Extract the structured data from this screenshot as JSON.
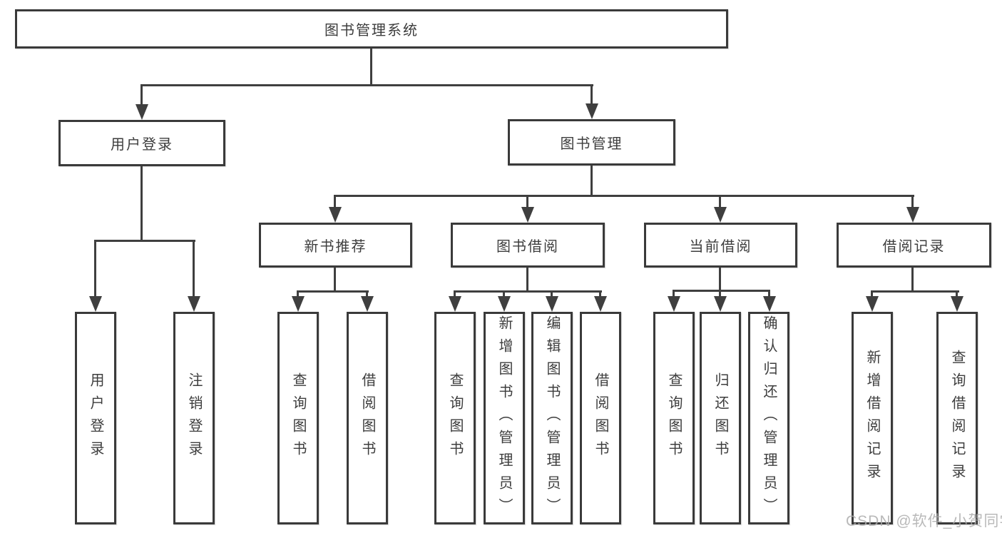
{
  "diagram": {
    "title": "图书管理系统",
    "nodes": {
      "root": {
        "label": "图书管理系统"
      },
      "user_login": {
        "label": "用户登录"
      },
      "book_mgmt": {
        "label": "图书管理"
      },
      "new_books": {
        "label": "新书推荐"
      },
      "book_borrow": {
        "label": "图书借阅"
      },
      "current_borrow": {
        "label": "当前借阅"
      },
      "borrow_records": {
        "label": "借阅记录"
      },
      "leaf_user_login": {
        "label": "用户登录"
      },
      "leaf_logout": {
        "label": "注销登录"
      },
      "leaf_nb_query": {
        "label": "查询图书"
      },
      "leaf_nb_borrow": {
        "label": "借阅图书"
      },
      "leaf_bb_query": {
        "label": "查询图书"
      },
      "leaf_bb_add": {
        "label": "新增图书（管理员）"
      },
      "leaf_bb_edit": {
        "label": "编辑图书（管理员）"
      },
      "leaf_bb_borrow": {
        "label": "借阅图书"
      },
      "leaf_cb_query": {
        "label": "查询图书"
      },
      "leaf_cb_return": {
        "label": "归还图书"
      },
      "leaf_cb_confirm": {
        "label": "确认归还（管理员）"
      },
      "leaf_br_add": {
        "label": "新增借阅记录"
      },
      "leaf_br_query": {
        "label": "查询借阅记录"
      }
    },
    "hierarchy": {
      "图书管理系统": {
        "用户登录": [
          "用户登录",
          "注销登录"
        ],
        "图书管理": {
          "新书推荐": [
            "查询图书",
            "借阅图书"
          ],
          "图书借阅": [
            "查询图书",
            "新增图书（管理员）",
            "编辑图书（管理员）",
            "借阅图书"
          ],
          "当前借阅": [
            "查询图书",
            "归还图书",
            "确认归还（管理员）"
          ],
          "借阅记录": [
            "新增借阅记录",
            "查询借阅记录"
          ]
        }
      }
    },
    "watermark": "CSDN @软件_小贺同学"
  },
  "colors": {
    "line": "#3f3f3f",
    "border": "#3a3a3a",
    "text": "#3d3d3d",
    "watermark": "#adadad",
    "background": "#ffffff"
  }
}
